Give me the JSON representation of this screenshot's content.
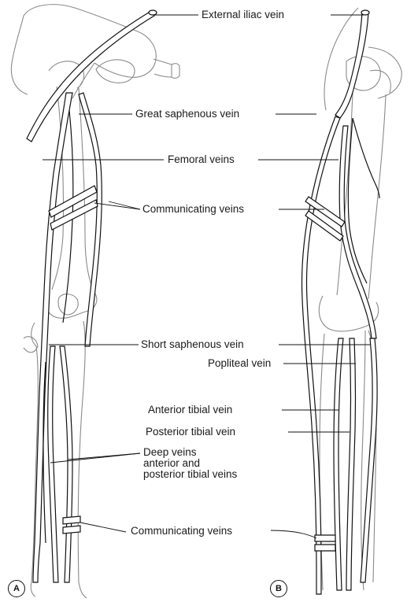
{
  "labels": {
    "external_iliac": "External iliac vein",
    "great_saphenous": "Great saphenous vein",
    "femoral": "Femoral veins",
    "communicating_upper": "Communicating veins",
    "short_saphenous": "Short saphenous vein",
    "popliteal": "Popliteal vein",
    "anterior_tibial": "Anterior tibial vein",
    "posterior_tibial": "Posterior tibial vein",
    "deep_veins_line1": "Deep veins",
    "deep_veins_line2": "anterior and",
    "deep_veins_line3": "posterior tibial veins",
    "communicating_lower": "Communicating veins"
  },
  "panels": {
    "a": "A",
    "b": "B"
  },
  "colors": {
    "vein_stroke": "#111111",
    "bone_stroke": "#8a8a8a",
    "text": "#1a1a1a"
  }
}
